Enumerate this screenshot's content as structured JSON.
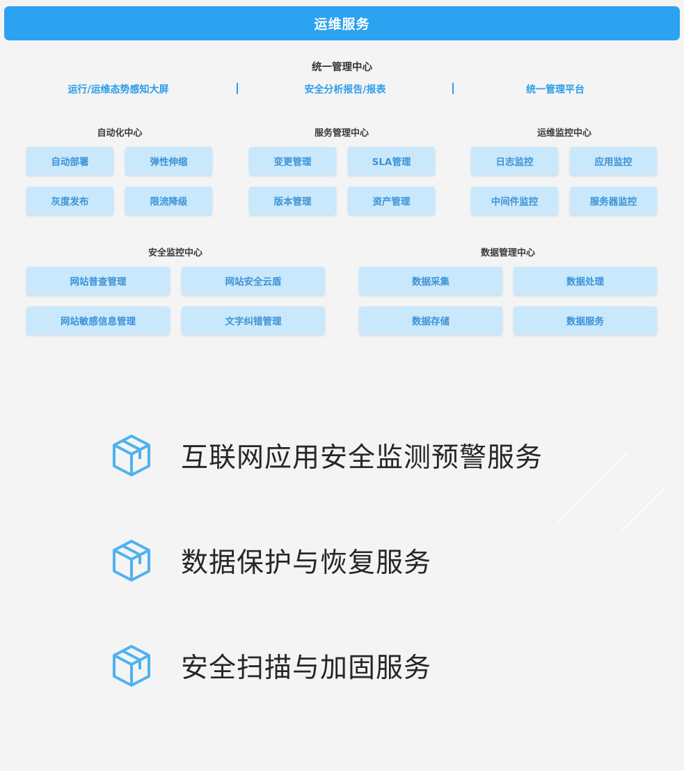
{
  "header": {
    "title": "运维服务"
  },
  "top": {
    "center_title": "统一管理中心",
    "links": [
      "运行/运维态势感知大屏",
      "安全分析报告/报表",
      "统一管理平台"
    ]
  },
  "row1": [
    {
      "title": "自动化中心",
      "items": [
        "自动部署",
        "弹性伸缩",
        "灰度发布",
        "限流降级"
      ]
    },
    {
      "title": "服务管理中心",
      "items": [
        "变更管理",
        "SLA管理",
        "版本管理",
        "资产管理"
      ]
    },
    {
      "title": "运维监控中心",
      "items": [
        "日志监控",
        "应用监控",
        "中间件监控",
        "服务器监控"
      ]
    }
  ],
  "row2": [
    {
      "title": "安全监控中心",
      "items": [
        "网站普查管理",
        "网站安全云盾",
        "网站敏感信息管理",
        "文字纠错管理"
      ]
    },
    {
      "title": "数据管理中心",
      "items": [
        "数据采集",
        "数据处理",
        "数据存储",
        "数据服务"
      ]
    }
  ],
  "services": [
    {
      "label": "互联网应用安全监测预警服务",
      "icon": "cube-icon"
    },
    {
      "label": "数据保护与恢复服务",
      "icon": "cube-icon"
    },
    {
      "label": "安全扫描与加固服务",
      "icon": "cube-icon"
    }
  ],
  "colors": {
    "header_bg": "#2ba3f0",
    "link": "#2b9de8",
    "chip_bg": "#c9e8fb",
    "chip_text": "#3c93d6",
    "icon": "#4fb2ee"
  }
}
